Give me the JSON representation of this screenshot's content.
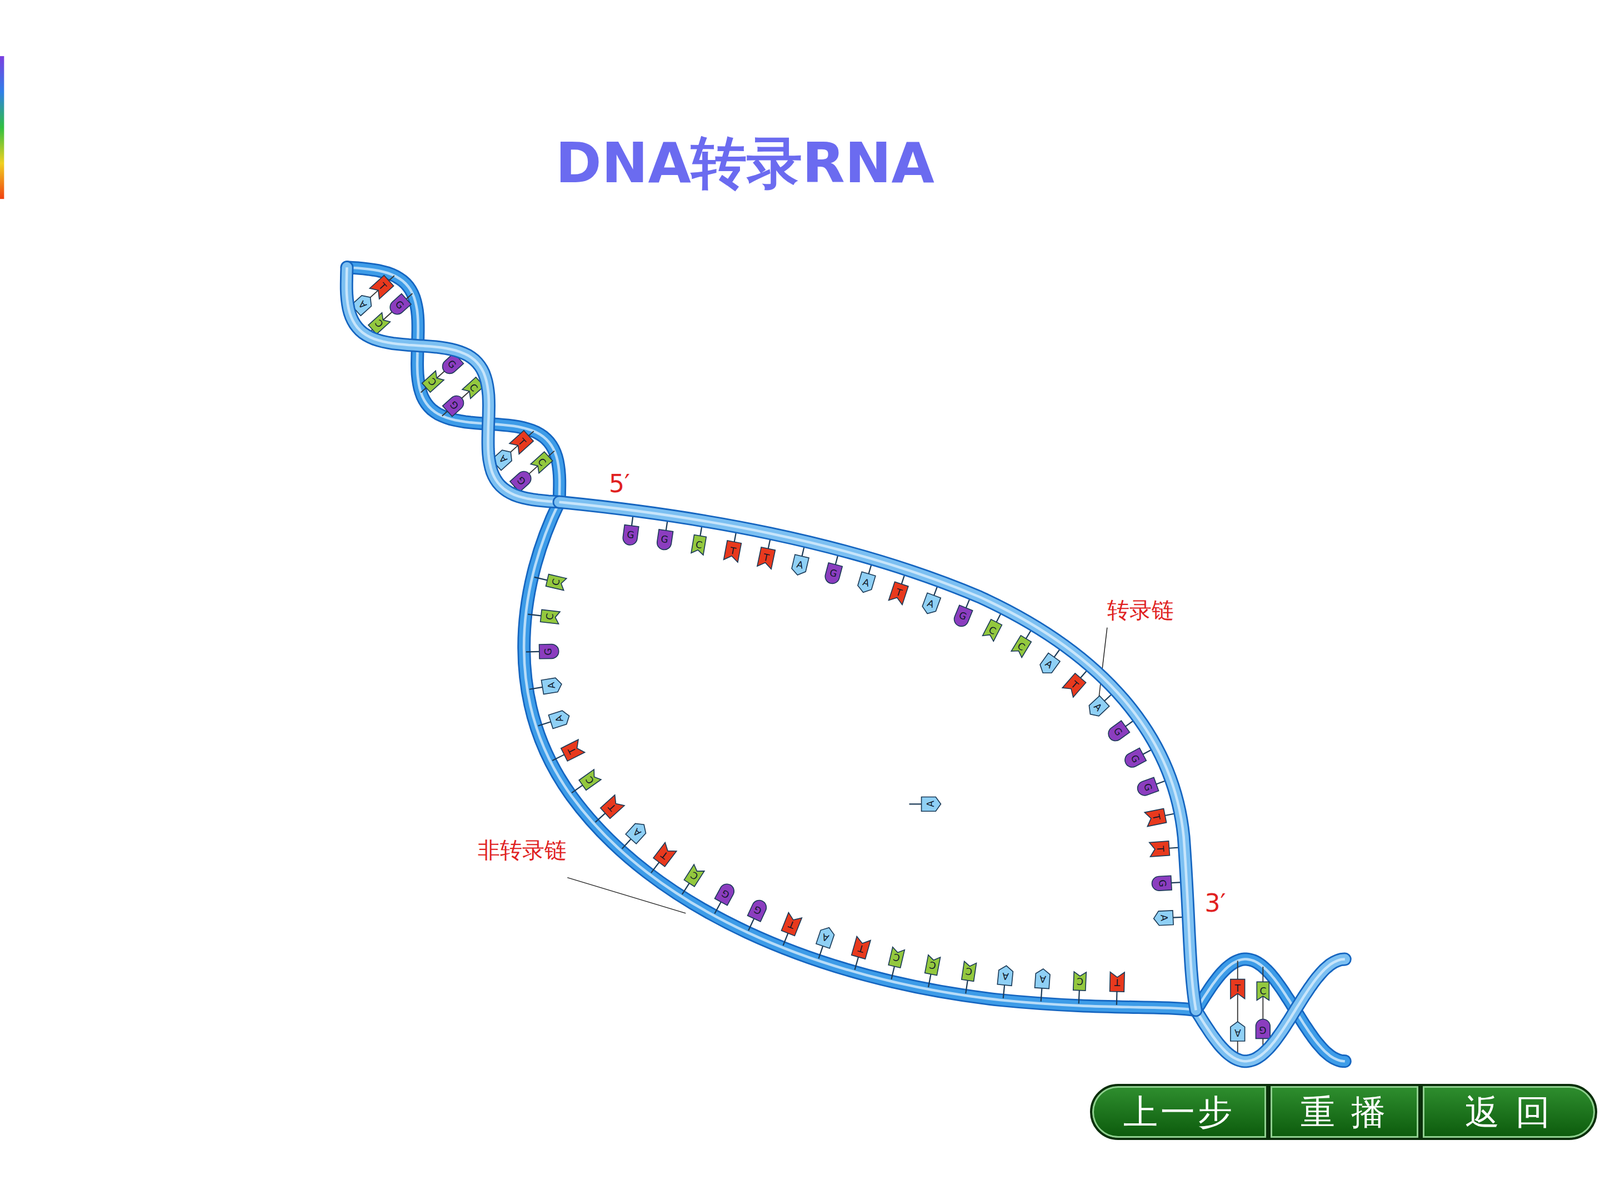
{
  "diagram": {
    "title": "DNA转录RNA",
    "nodes": [
      {
        "text": [
          "上一步"
        ]
      },
      {
        "text": [
          "重 播"
        ]
      },
      {
        "text": [
          "返 回"
        ]
      }
    ],
    "labels": [
      "5′",
      "3′",
      "转录链",
      "非转录链",
      "A",
      "T",
      "C",
      "G",
      "G",
      "C",
      "C",
      "G",
      "A",
      "T",
      "G",
      "C",
      "G",
      "G",
      "C",
      "T",
      "T",
      "A",
      "G",
      "A",
      "T",
      "A",
      "G",
      "C",
      "C",
      "A",
      "T",
      "A",
      "G",
      "G",
      "G",
      "T",
      "T",
      "G",
      "A",
      "C",
      "C",
      "G",
      "A",
      "A",
      "T",
      "C",
      "T",
      "A",
      "T",
      "C",
      "G",
      "G",
      "T",
      "A",
      "T",
      "C",
      "C",
      "C",
      "A",
      "A",
      "C",
      "T",
      "A",
      "A",
      "T",
      "G",
      "C"
    ]
  }
}
